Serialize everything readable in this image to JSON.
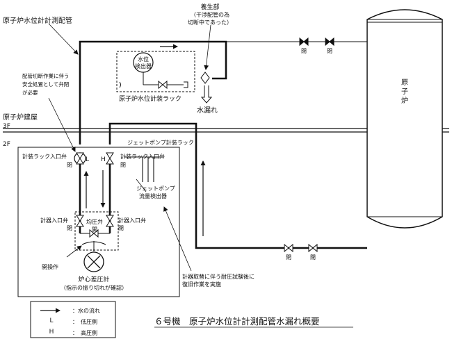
{
  "labels": {
    "sensor_line": "原子炉水位計計測配管",
    "cutting_note_1": "配管切断作業に伴う",
    "cutting_note_2": "安全処置として弁閉",
    "cutting_note_3": "が必要",
    "building": "原子炉建屋",
    "floor_3f": "3F",
    "floor_2f": "2F",
    "level_detector_1": "水位",
    "level_detector_2": "検出器",
    "level_rack": "原子炉水位計装ラック",
    "curing_1": "養生部",
    "curing_2": "（干渉配管の為",
    "curing_3": "切断中であった）",
    "water_leak": "水漏れ",
    "reactor": "原子炉",
    "closed_top_1": "閉",
    "closed_top_2": "閉",
    "closed_bottom_1": "閉",
    "closed_bottom_2": "閉",
    "jet_pump_rack": "ジェットポンプ計装ラック",
    "rack_inlet_left": "計装ラック入口弁",
    "rack_inlet_left_state": "閉",
    "rack_inlet_right": "計装ラック入口弁",
    "rack_inlet_right_state": "閉",
    "low_side_marker": "L",
    "high_side_marker": "H",
    "jet_flow_1": "ジェットポンプ",
    "jet_flow_2": "流量検出器",
    "gauge_inlet_left": "計器入口弁",
    "gauge_inlet_left_state": "閉",
    "gauge_inlet_right": "計器入口弁",
    "gauge_inlet_right_state": "閉",
    "equalizing_1": "均圧弁",
    "equalizing_2": "開",
    "open_operation": "開操作",
    "diff_gauge": "炉心差圧計",
    "diff_gauge_note": "（指示の振り切れが確認）",
    "restore_note_1": "計器取替に伴う耐圧試験後に",
    "restore_note_2": "復旧作業を実施",
    "title": "６号機　原子炉水位計計測配管水漏れ概要"
  },
  "legend": {
    "items": [
      {
        "symbol": "arrow",
        "text": "：水の流れ"
      },
      {
        "symbol": "L",
        "text": "：　低圧側"
      },
      {
        "symbol": "H",
        "text": "：　高圧側"
      }
    ]
  }
}
